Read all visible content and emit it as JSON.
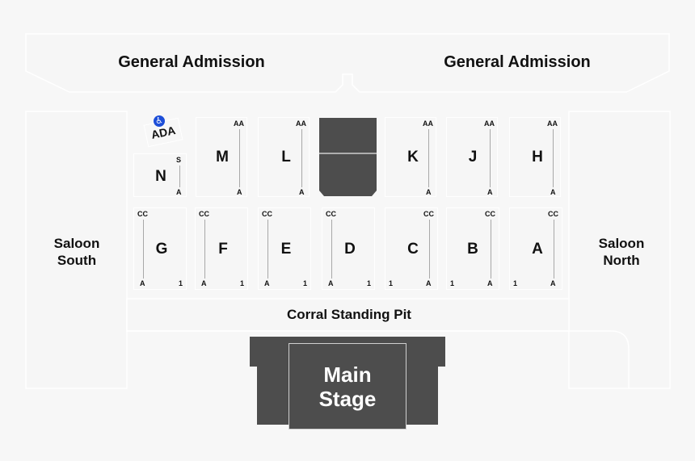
{
  "venue_map": {
    "general_admission": [
      {
        "label": "General Admission",
        "side": "left"
      },
      {
        "label": "General Admission",
        "side": "right"
      }
    ],
    "saloon_south": {
      "line1": "Saloon",
      "line2": "South"
    },
    "saloon_north": {
      "line1": "Saloon",
      "line2": "North"
    },
    "corral_pit": "Corral Standing Pit",
    "stage": {
      "line1": "Main",
      "line2": "Stage"
    },
    "ada": {
      "label": "ADA",
      "icon": "wheelchair-icon",
      "icon_glyph": "♿",
      "color": "#1d4ed8"
    },
    "upper_sections": [
      {
        "name": "N",
        "row_top": "S",
        "row_bottom": "A"
      },
      {
        "name": "M",
        "row_top": "AA",
        "row_bottom": "A"
      },
      {
        "name": "L",
        "row_top": "AA",
        "row_bottom": "A"
      },
      {
        "name": "K",
        "row_top": "AA",
        "row_bottom": "A"
      },
      {
        "name": "J",
        "row_top": "AA",
        "row_bottom": "A"
      },
      {
        "name": "H",
        "row_top": "AA",
        "row_bottom": "A"
      }
    ],
    "lower_sections": [
      {
        "name": "G",
        "row_top": "CC",
        "row_bottom": "A",
        "seat": "1"
      },
      {
        "name": "F",
        "row_top": "CC",
        "row_bottom": "A",
        "seat": "1"
      },
      {
        "name": "E",
        "row_top": "CC",
        "row_bottom": "A",
        "seat": "1"
      },
      {
        "name": "D",
        "row_top": "CC",
        "row_bottom": "A",
        "seat": "1"
      },
      {
        "name": "C",
        "row_top": "CC",
        "row_bottom": "A",
        "seat": "1"
      },
      {
        "name": "B",
        "row_top": "CC",
        "row_bottom": "A",
        "seat": "1"
      },
      {
        "name": "A",
        "row_top": "CC",
        "row_bottom": "A",
        "seat": "1"
      }
    ],
    "colors": {
      "background": "#f7f7f7",
      "stage": "#4d4d4d",
      "outline": "#ffffff",
      "text": "#111111"
    }
  }
}
